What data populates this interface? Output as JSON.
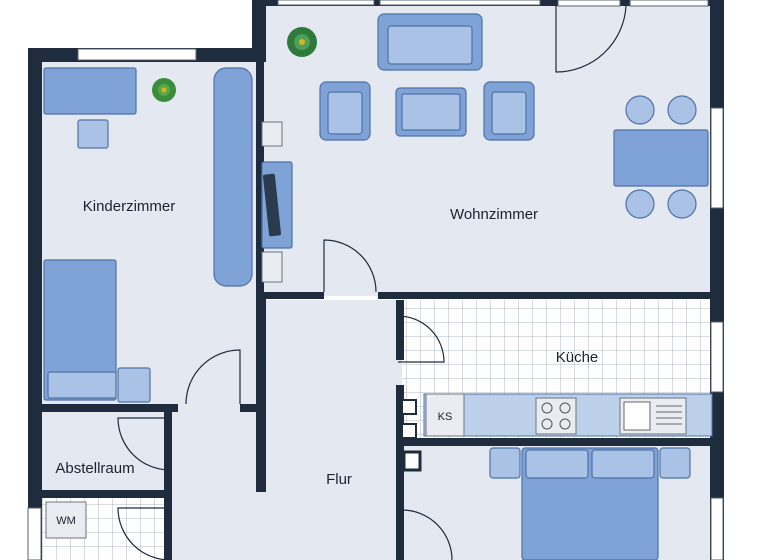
{
  "rooms": {
    "kinderzimmer": "Kinderzimmer",
    "wohnzimmer": "Wohnzimmer",
    "kueche": "Küche",
    "flur": "Flur",
    "abstellraum": "Abstellraum"
  },
  "appliances": {
    "ks": "KS",
    "wm": "WM"
  },
  "colors": {
    "wall": "#1f2c3d",
    "floor": "#e4e8f0",
    "furniture": "#7fa3d6",
    "tile_line": "#9aa3b0"
  }
}
